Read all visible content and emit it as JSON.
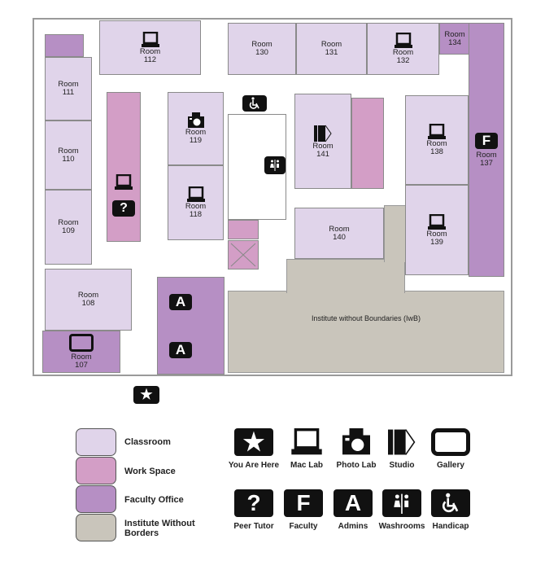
{
  "colors": {
    "classroom": "#e0d4ea",
    "work_space": "#d39ec6",
    "faculty_office": "#b68fc4",
    "iwb": "#c9c5bb"
  },
  "rooms": {
    "r112": "Room\n112",
    "r111": "Room\n111",
    "r110": "Room\n110",
    "r109": "Room\n109",
    "r108": "Room\n108",
    "r107": "Room\n107",
    "r119": "Room\n119",
    "r118": "Room\n118",
    "r130": "Room\n130",
    "r131": "Room\n131",
    "r132": "Room\n132",
    "r134": "Room\n134",
    "r137": "Room\n137",
    "r138": "Room\n138",
    "r139": "Room\n139",
    "r140": "Room\n140",
    "r141": "Room\n141"
  },
  "iwb_label": "Institute without Boundaries (IwB)",
  "legend": {
    "areas": [
      {
        "label": "Classroom",
        "type": "classroom"
      },
      {
        "label": "Work Space",
        "type": "work_space"
      },
      {
        "label": "Faculty Office",
        "type": "faculty_office"
      },
      {
        "label": "Institute Without Borders",
        "type": "iwb"
      }
    ],
    "icons": [
      {
        "label": "You Are Here",
        "icon": "star-icon"
      },
      {
        "label": "Mac Lab",
        "icon": "laptop-icon"
      },
      {
        "label": "Photo Lab",
        "icon": "camera-icon"
      },
      {
        "label": "Studio",
        "icon": "studio-icon"
      },
      {
        "label": "Gallery",
        "icon": "gallery-icon"
      },
      {
        "label": "Peer Tutor",
        "icon": "question-icon",
        "glyph": "?"
      },
      {
        "label": "Faculty",
        "icon": "faculty-icon",
        "glyph": "F"
      },
      {
        "label": "Admins",
        "icon": "admin-icon",
        "glyph": "A"
      },
      {
        "label": "Washrooms",
        "icon": "washroom-icon"
      },
      {
        "label": "Handicap",
        "icon": "handicap-icon"
      }
    ]
  }
}
